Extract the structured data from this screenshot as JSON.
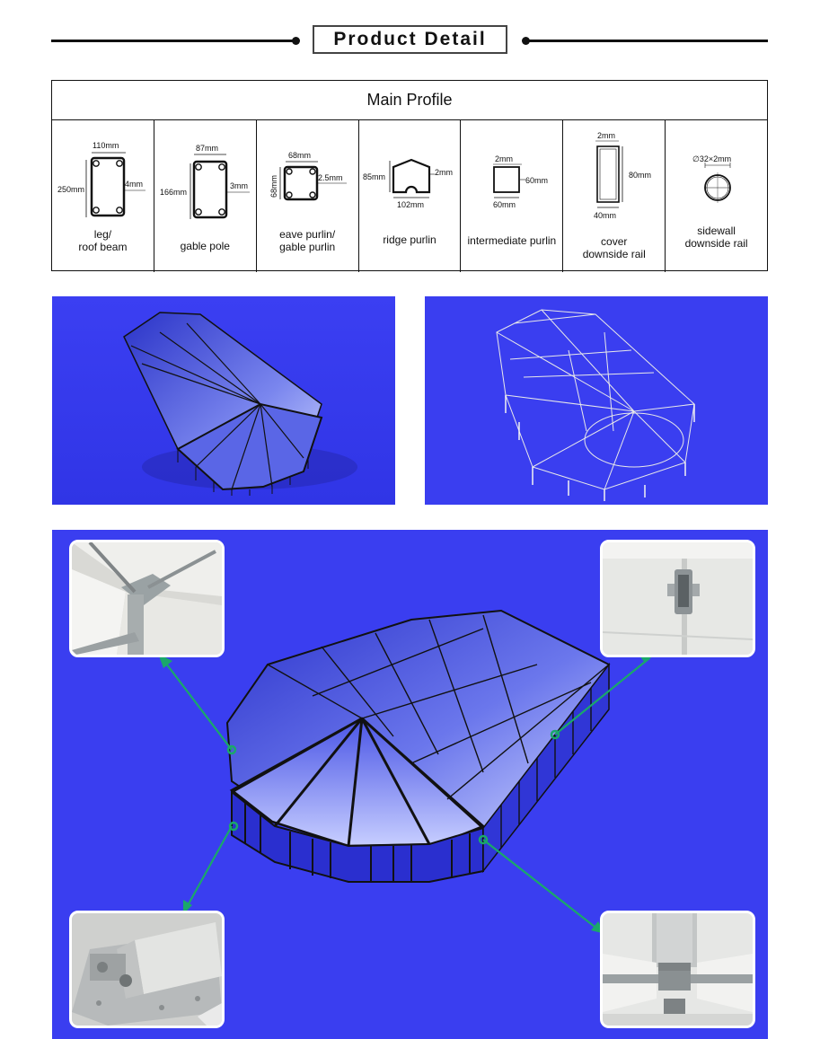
{
  "header": {
    "title": "Product Detail"
  },
  "profile_table": {
    "title": "Main Profile",
    "items": [
      {
        "label_1": "leg/",
        "label_2": "roof  beam",
        "dims": [
          "110mm",
          "250mm",
          "4mm"
        ]
      },
      {
        "label_1": "gable pole",
        "label_2": "",
        "dims": [
          "87mm",
          "166mm",
          "3mm"
        ]
      },
      {
        "label_1": "eave  purlin/",
        "label_2": "gable  purlin",
        "dims": [
          "68mm",
          "68mm",
          "2.5mm"
        ]
      },
      {
        "label_1": "ridge purlin",
        "label_2": "",
        "dims": [
          "85mm",
          "2mm",
          "102mm"
        ]
      },
      {
        "label_1": "intermediate purlin",
        "label_2": "",
        "dims": [
          "2mm",
          "60mm",
          "60mm"
        ]
      },
      {
        "label_1": "cover",
        "label_2": "downside rail",
        "dims": [
          "2mm",
          "80mm",
          "40mm"
        ]
      },
      {
        "label_1": "sidewall",
        "label_2": "downside rail",
        "dims": [
          "∅32×2mm"
        ]
      }
    ]
  },
  "colors": {
    "panel_blue": "#3a3ef0",
    "arrow_green": "#1aa86a"
  }
}
